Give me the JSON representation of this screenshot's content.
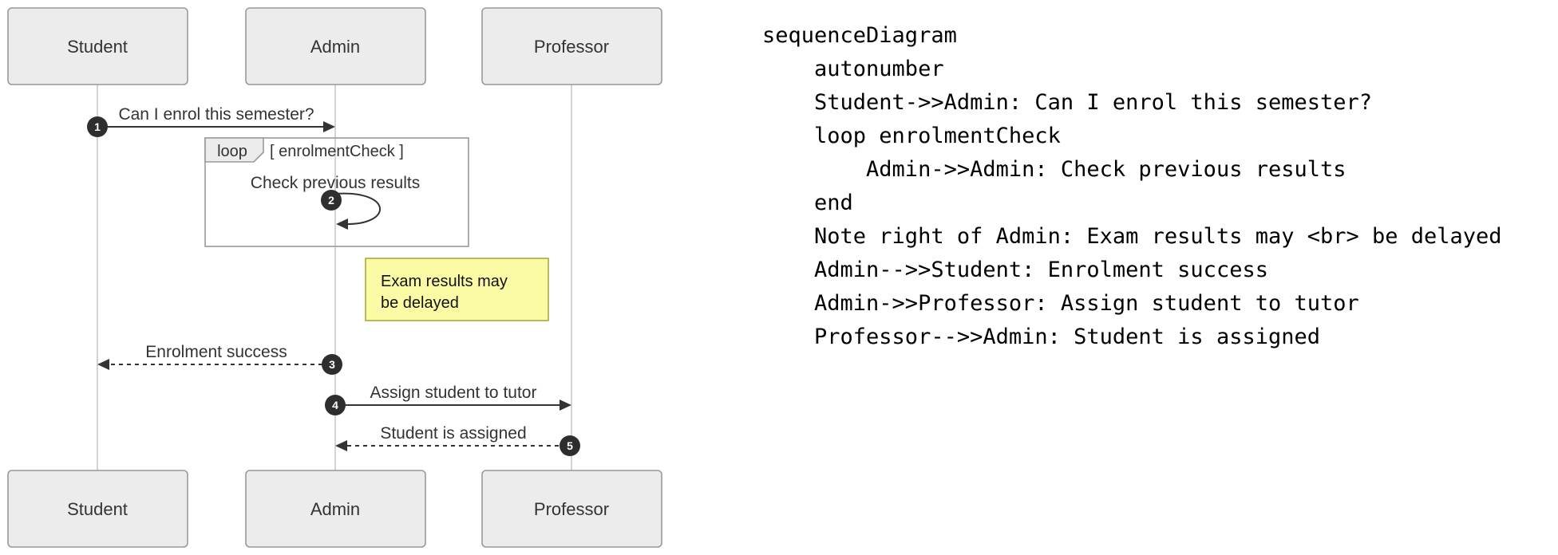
{
  "diagram": {
    "actors": [
      {
        "name": "Student"
      },
      {
        "name": "Admin"
      },
      {
        "name": "Professor"
      }
    ],
    "messages": [
      {
        "num": "1",
        "text": "Can I enrol this semester?",
        "from": "Student",
        "to": "Admin",
        "style": "solid"
      },
      {
        "num": "2",
        "text": "Check previous results",
        "from": "Admin",
        "to": "Admin",
        "style": "self"
      },
      {
        "num": "3",
        "text": "Enrolment success",
        "from": "Admin",
        "to": "Student",
        "style": "dashed"
      },
      {
        "num": "4",
        "text": "Assign student to tutor",
        "from": "Admin",
        "to": "Professor",
        "style": "solid"
      },
      {
        "num": "5",
        "text": "Student is assigned",
        "from": "Professor",
        "to": "Admin",
        "style": "dashed"
      }
    ],
    "loop": {
      "label": "loop",
      "condition": "[ enrolmentCheck ]"
    },
    "note": {
      "line1": "Exam results may",
      "line2": "be delayed"
    }
  },
  "code": {
    "lines": [
      "sequenceDiagram",
      "    autonumber",
      "    Student->>Admin: Can I enrol this semester?",
      "    loop enrolmentCheck",
      "        Admin->>Admin: Check previous results",
      "    end",
      "    Note right of Admin: Exam results may <br> be delayed",
      "    Admin-->>Student: Enrolment success",
      "    Admin->>Professor: Assign student to tutor",
      "    Professor-->>Admin: Student is assigned"
    ]
  },
  "colors": {
    "actor_fill": "#ececec",
    "actor_border": "#999999",
    "lifeline": "#c9c9c9",
    "message_line": "#333333",
    "autonumber_circle": "#2e2e2e",
    "note_fill": "#fcfba5",
    "note_border": "#a9a93d",
    "code_text": "#000000"
  }
}
